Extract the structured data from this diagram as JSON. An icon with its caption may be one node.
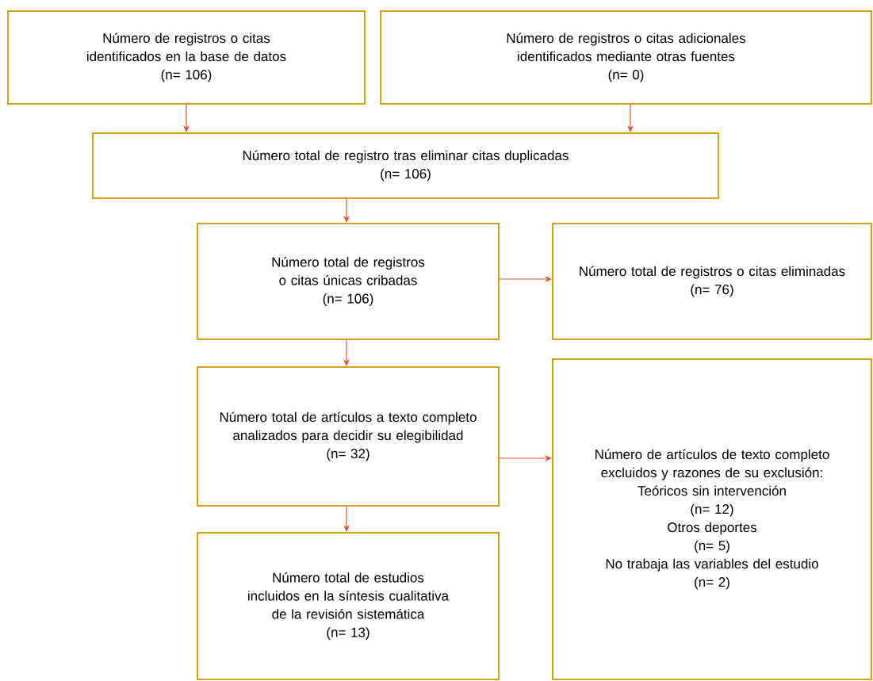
{
  "diagram": {
    "nodes": [
      {
        "text": [
          "Número de registros o citas identificados en la base de datos",
          "(n= 106)"
        ]
      },
      {
        "text": [
          "Número de registros o citas adicionales identificados mediante otras fuentes",
          "(n= 0)"
        ]
      },
      {
        "text": [
          "Número total de registro tras eliminar citas duplicadas",
          "(n= 106)"
        ]
      },
      {
        "text": [
          "Número total de registros o citas únicas cribadas",
          "(n= 106)"
        ]
      },
      {
        "text": [
          "Número total de registros o citas eliminadas",
          "(n= 76)"
        ]
      },
      {
        "text": [
          "Número total de artículos a texto completo analizados para decidir su elegibilidad",
          "(n= 32)"
        ]
      },
      {
        "text": [
          "Número total de estudios incluidos en la síntesis cualitativa de la revisión sistemática",
          "(n= 13)"
        ]
      },
      {
        "text": [
          "Número de artículos de texto completo excluidos y razones de su exclusión:",
          "Teóricos sin intervención",
          "(n= 12)",
          "Otros deportes",
          "(n= 5)",
          "No trabaja las variables del estudio",
          "(n= 2)"
        ]
      }
    ],
    "edges": [
      {
        "from": 0,
        "to": 2,
        "arrow": "to"
      },
      {
        "from": 1,
        "to": 2,
        "arrow": "to"
      },
      {
        "from": 2,
        "to": 3,
        "arrow": "to"
      },
      {
        "from": 3,
        "to": 4,
        "arrow": "to"
      },
      {
        "from": 3,
        "to": 5,
        "arrow": "to"
      },
      {
        "from": 5,
        "to": 7,
        "arrow": "to"
      },
      {
        "from": 5,
        "to": 6,
        "arrow": "to"
      }
    ]
  }
}
